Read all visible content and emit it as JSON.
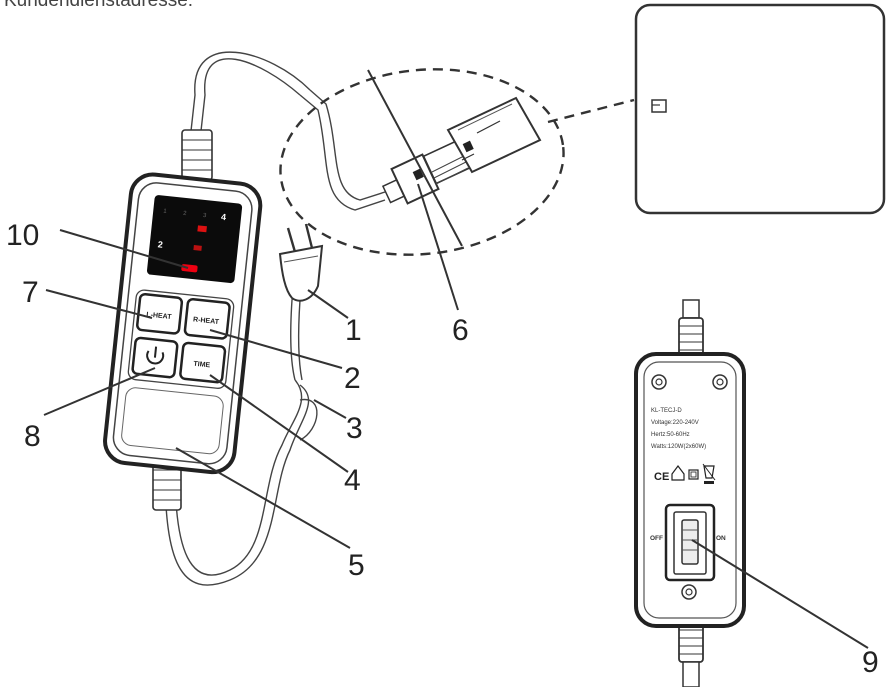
{
  "caption": "Kundendienstadresse:",
  "callouts": {
    "c1": "1",
    "c2": "2",
    "c3": "3",
    "c4": "4",
    "c5": "5",
    "c6": "6",
    "c7": "7",
    "c8": "8",
    "c9": "9",
    "c10": "10"
  },
  "controller_buttons": {
    "l_heat": "L-HEAT",
    "r_heat": "R-HEAT",
    "time": "TIME"
  },
  "rating_label": {
    "model": "KL-TECJ-D",
    "voltage": "Voltage:220-240V",
    "hertz": "Hertz:50-60Hz",
    "watts": "Watts:120W(2x60W)"
  },
  "switch_labels": {
    "off": "OFF",
    "on": "ON"
  }
}
